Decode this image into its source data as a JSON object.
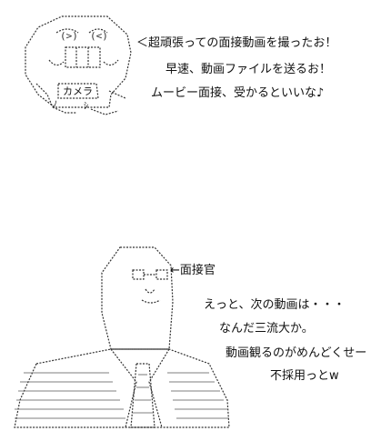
{
  "top": {
    "camera_label": "カメラ",
    "scribble_a": "ﾉ",
    "scribble_b": "ｼ",
    "lines": [
      "＜超頑張っての面接動画を撮ったお！",
      "早速、動画ファイルを送るお！",
      "ムービー面接、受かるといいな♪"
    ]
  },
  "bottom": {
    "interviewer_label": "←面接官",
    "lines": [
      "えっと、次の動画は・・・",
      "なんだ三流大か。",
      "動画観るのがめんどくせー",
      "不採用っとw"
    ]
  }
}
